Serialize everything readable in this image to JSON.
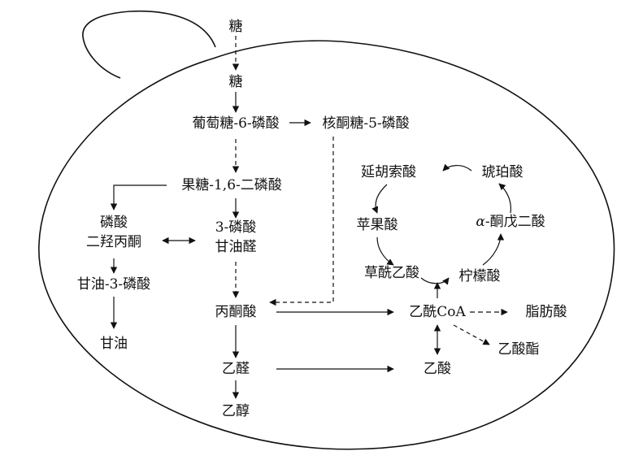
{
  "nodes": {
    "sugar_outside": "糖",
    "sugar_inside": "糖",
    "glucose_6p": "葡萄糖-6-磷酸",
    "ribulose_5p": "核酮糖-5-磷酸",
    "fructose_16bp": "果糖-1,6-二磷酸",
    "dhap_line1": "磷酸",
    "dhap_line2": "二羟丙酮",
    "g3p_line1": "3-磷酸",
    "g3p_line2": "甘油醛",
    "glycerol_3p": "甘油-3-磷酸",
    "glycerol": "甘油",
    "pyruvate": "丙酮酸",
    "acetaldehyde": "乙醛",
    "ethanol": "乙醇",
    "acetyl_coa": "乙酰CoA",
    "fatty_acid": "脂肪酸",
    "acetate_ester": "乙酸酯",
    "acetic_acid": "乙酸",
    "fumarate": "延胡索酸",
    "succinate": "琥珀酸",
    "malate": "苹果酸",
    "alpha_symbol": "α",
    "alpha_kg_rest": "-酮戊二酸",
    "oxaloacetate": "草酰乙酸",
    "citrate": "柠檬酸"
  },
  "colors": {
    "line": "#111111",
    "text": "#111111",
    "background": "#ffffff"
  }
}
